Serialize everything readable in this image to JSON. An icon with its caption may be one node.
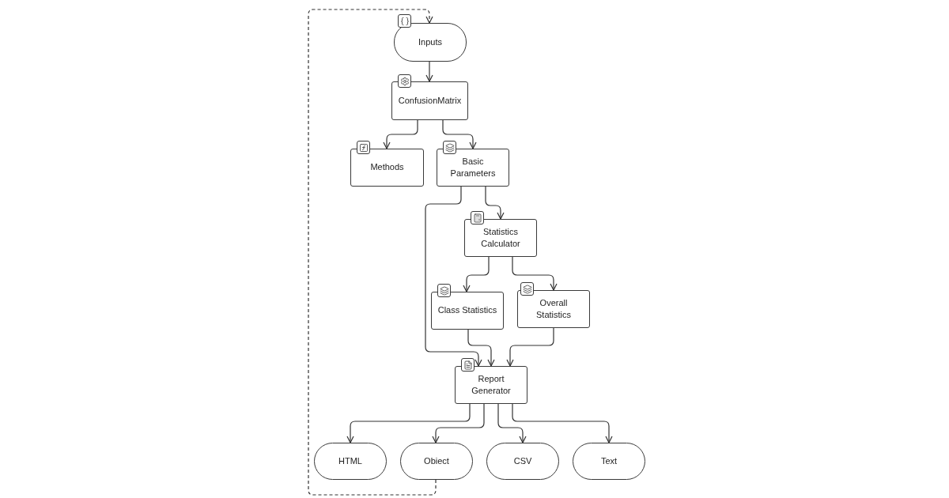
{
  "diagram": {
    "nodes": [
      {
        "text": [
          "Inputs"
        ]
      },
      {
        "text": [
          "ConfusionMatrix"
        ]
      },
      {
        "text": [
          "Methods"
        ]
      },
      {
        "text": [
          "Basic Parameters"
        ]
      },
      {
        "text": [
          "Statistics Calculator"
        ]
      },
      {
        "text": [
          "Class Statistics"
        ]
      },
      {
        "text": [
          "Overall Statistics"
        ]
      },
      {
        "text": [
          "Report Generator"
        ]
      },
      {
        "text": [
          "HTML"
        ]
      },
      {
        "text": [
          "Obiect"
        ]
      },
      {
        "text": [
          "CSV"
        ]
      },
      {
        "text": [
          "Text"
        ]
      }
    ],
    "edges": [
      {
        "from": 0,
        "to": 1,
        "arrow": "to"
      },
      {
        "from": 1,
        "to": 2,
        "arrow": "to"
      },
      {
        "from": 1,
        "to": 3,
        "arrow": "to"
      },
      {
        "from": 3,
        "to": 4,
        "arrow": "to"
      },
      {
        "from": 3,
        "to": 7,
        "arrow": "to"
      },
      {
        "from": 4,
        "to": 5,
        "arrow": "to"
      },
      {
        "from": 4,
        "to": 6,
        "arrow": "to"
      },
      {
        "from": 5,
        "to": 7,
        "arrow": "to"
      },
      {
        "from": 6,
        "to": 7,
        "arrow": "to"
      },
      {
        "from": 7,
        "to": 8,
        "arrow": "to"
      },
      {
        "from": 7,
        "to": 9,
        "arrow": "to"
      },
      {
        "from": 7,
        "to": 10,
        "arrow": "to"
      },
      {
        "from": 7,
        "to": 11,
        "arrow": "to"
      },
      {
        "from": 9,
        "to": 0,
        "arrow": "to",
        "style": "dashed"
      }
    ]
  }
}
